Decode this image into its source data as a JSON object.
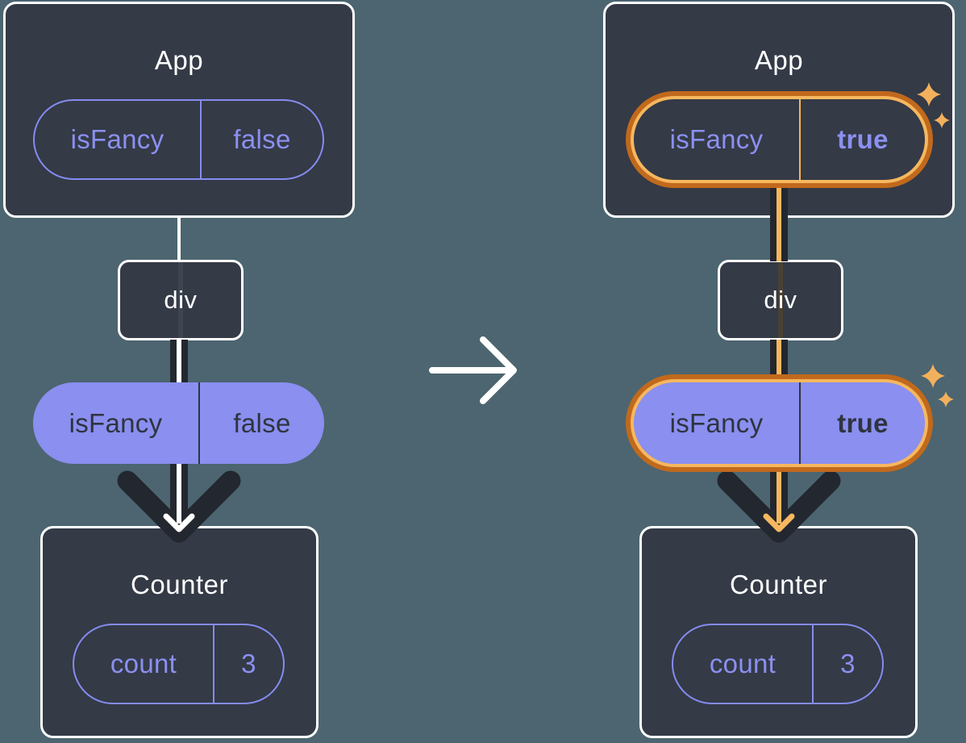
{
  "colors": {
    "background": "#4c6570",
    "card_background": "#343a46",
    "purple_fill": "#8a8ff0",
    "purple_text": "#8b90f0",
    "arrow_dark": "#23272f",
    "dark_text": "#2f3440",
    "highlight_orange_light": "#f6b75f",
    "highlight_orange_dark": "#c1691c",
    "white": "#ffffff"
  },
  "before": {
    "app_title": "App",
    "app_prop": {
      "name": "isFancy",
      "value": "false"
    },
    "div_label": "div",
    "flow_prop": {
      "name": "isFancy",
      "value": "false"
    },
    "counter_title": "Counter",
    "counter_state": {
      "name": "count",
      "value": "3"
    }
  },
  "after": {
    "app_title": "App",
    "app_prop": {
      "name": "isFancy",
      "value": "true"
    },
    "div_label": "div",
    "flow_prop": {
      "name": "isFancy",
      "value": "true"
    },
    "counter_title": "Counter",
    "counter_state": {
      "name": "count",
      "value": "3"
    }
  },
  "icons": {
    "transition": "arrow-right-icon",
    "highlight": "sparkles-icon"
  }
}
